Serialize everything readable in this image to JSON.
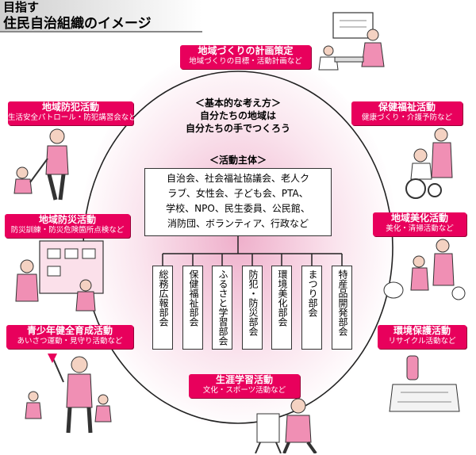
{
  "header": {
    "line1": "目指す",
    "line2": "住民自治組織のイメージ"
  },
  "center": {
    "heading": "＜基本的な考え方＞",
    "line1": "自分たちの地域は",
    "line2": "自分たちの手でつくろう"
  },
  "actors": {
    "heading": "＜活動主体＞",
    "lines": [
      "自治会、社会福祉協議会、老人ク",
      "ラブ、女性会、子ども会、PTA、",
      "学校、NPO、民生委員、公民館、",
      "消防団、ボランティア、行政など"
    ]
  },
  "bukai": [
    "総務広報部会",
    "保健福祉部会",
    "ふるさと学習部会",
    "防犯・防災部会",
    "環境美化部会",
    "まつり部会",
    "特産品開発部会"
  ],
  "activities": {
    "top": {
      "title": "地域づくりの計画策定",
      "sub": "地域づくりの目標・活動計画など"
    },
    "crime": {
      "title": "地域防犯活動",
      "sub": "生活安全パトロール・防犯講習会など"
    },
    "disaster": {
      "title": "地域防災活動",
      "sub": "防災訓練・防災危険箇所点検など"
    },
    "youth": {
      "title": "青少年健全育成活動",
      "sub": "あいさつ運動・見守り活動など"
    },
    "health": {
      "title": "保健福祉活動",
      "sub": "健康づくり・介護予防など"
    },
    "beauty": {
      "title": "地域美化活動",
      "sub": "美化・清掃活動など"
    },
    "environment": {
      "title": "環境保護活動",
      "sub": "リサイクル活動など"
    },
    "learning": {
      "title": "生涯学習活動",
      "sub": "文化・スポーツ活動など"
    }
  },
  "colors": {
    "accent": "#e8005c",
    "glow": "#e26ea0"
  }
}
